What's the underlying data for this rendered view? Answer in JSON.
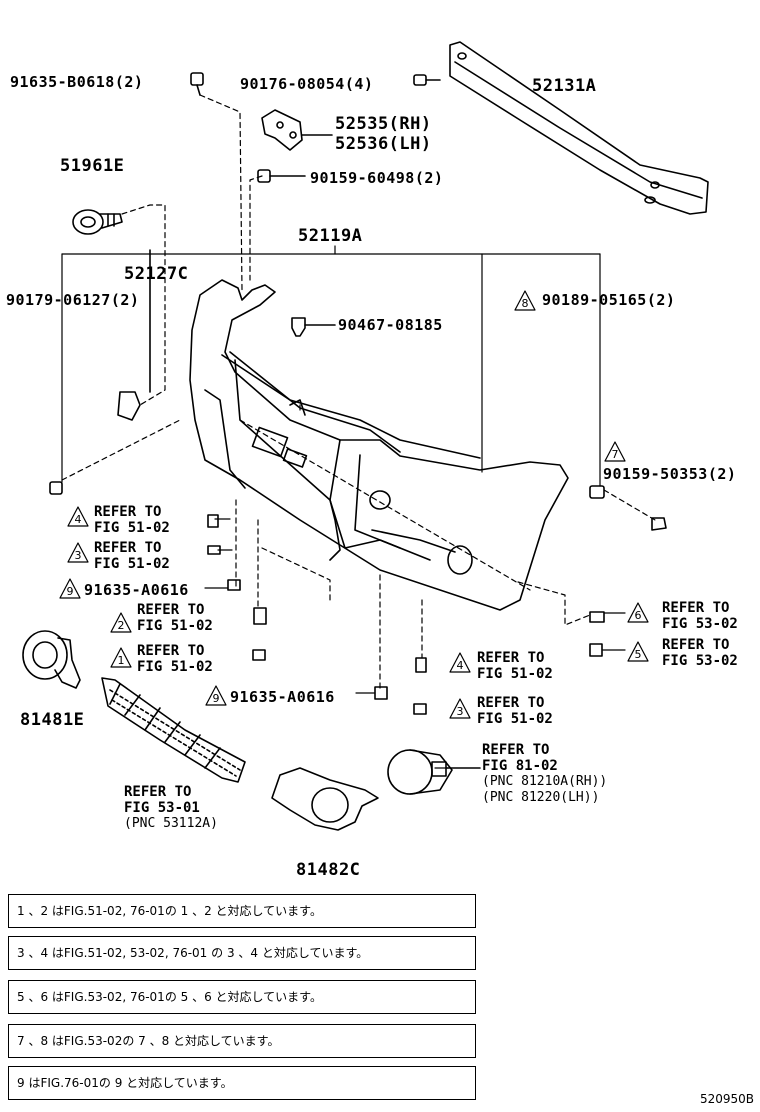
{
  "part_labels": {
    "p91635_b0618": "91635-B0618(2)",
    "p90176_08054": "90176-08054(4)",
    "p52131a": "52131A",
    "p52535": "52535(RH)",
    "p52536": "52536(LH)",
    "p90159_60498": "90159-60498(2)",
    "p51961e": "51961E",
    "p52119a": "52119A",
    "p52127c": "52127C",
    "p90179_06127": "90179-06127(2)",
    "p90189_05165": "90189-05165(2)",
    "p90467_08185": "90467-08185",
    "p90159_50353": "90159-50353(2)",
    "p91635_a0616_a": "91635-A0616",
    "p91635_a0616_b": "91635-A0616",
    "p81481e": "81481E",
    "p81482c": "81482C"
  },
  "refs": {
    "r4a": [
      "REFER TO",
      "FIG 51-02"
    ],
    "r3a": [
      "REFER TO",
      "FIG 51-02"
    ],
    "r2": [
      "REFER TO",
      "FIG 51-02"
    ],
    "r1": [
      "REFER TO",
      "FIG 51-02"
    ],
    "r6": [
      "REFER TO",
      "FIG 53-02"
    ],
    "r5": [
      "REFER TO",
      "FIG 53-02"
    ],
    "r4b": [
      "REFER TO",
      "FIG 51-02"
    ],
    "r3b": [
      "REFER TO",
      "FIG 51-02"
    ],
    "r5301": [
      "REFER TO",
      "FIG 53-01",
      "(PNC 53112A)"
    ],
    "r8102": [
      "REFER TO",
      "FIG 81-02",
      "(PNC 81210A(RH))",
      "(PNC 81220(LH))"
    ]
  },
  "markers": {
    "m1": "1",
    "m2": "2",
    "m3": "3",
    "m4": "4",
    "m5": "5",
    "m6": "6",
    "m7": "7",
    "m8": "8",
    "m9": "9"
  },
  "notes": [
    "1 、2 はFIG.51-02, 76-01の 1 、2 と対応しています。",
    "3 、4 はFIG.51-02, 53-02, 76-01 の 3 、4 と対応しています。",
    "5 、6 はFIG.53-02, 76-01の 5 、6 と対応しています。",
    "7 、8 はFIG.53-02の 7 、8 と対応しています。",
    "9 はFIG.76-01の 9 と対応しています。"
  ],
  "figure_code": "520950B"
}
